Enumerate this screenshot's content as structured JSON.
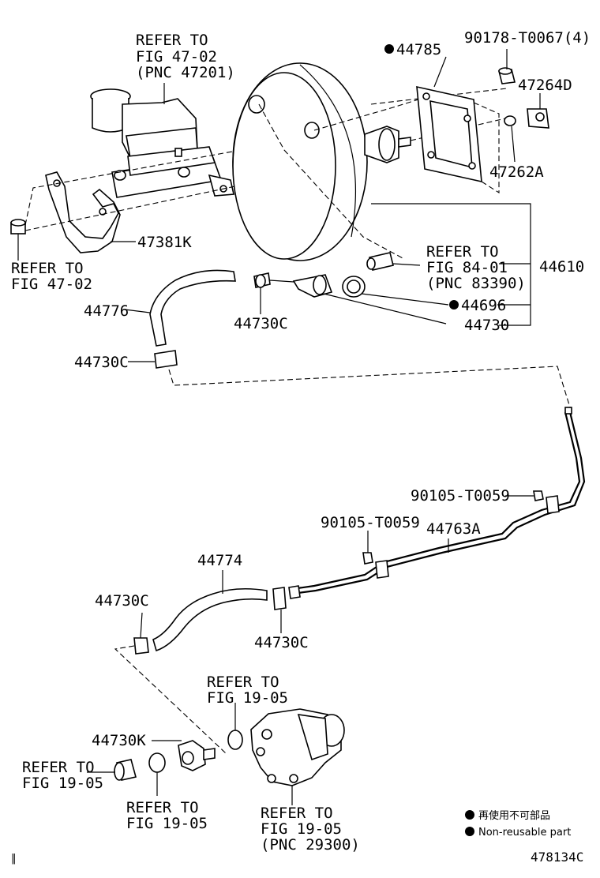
{
  "labels": {
    "refer_47_02_top": [
      "REFER TO",
      "FIG 47-02",
      "(PNC 47201)"
    ],
    "p44785": "44785",
    "p90178": "90178-T0067(4)",
    "p47264D": "47264D",
    "p47262A": "47262A",
    "p47381K": "47381K",
    "refer_47_02_left": [
      "REFER TO",
      "FIG 47-02"
    ],
    "refer_84_01": [
      "REFER TO",
      "FIG 84-01",
      "(PNC 83390)"
    ],
    "p44610": "44610",
    "p44776": "44776",
    "p44730C_a": "44730C",
    "p44696": "44696",
    "p44730": "44730",
    "p44730C_b": "44730C",
    "p90105_a": "90105-T0059",
    "p90105_b": "90105-T0059",
    "p44763A": "44763A",
    "p44774": "44774",
    "p44730C_c": "44730C",
    "p44730C_d": "44730C",
    "refer_19_05_a": [
      "REFER TO",
      "FIG 19-05"
    ],
    "p44730K": "44730K",
    "refer_19_05_b": [
      "REFER TO",
      "FIG 19-05"
    ],
    "refer_19_05_c": [
      "REFER TO",
      "FIG 19-05"
    ],
    "refer_19_05_d": [
      "REFER TO",
      "FIG 19-05",
      "(PNC 29300)"
    ]
  },
  "legend": {
    "jp": "再使用不可部品",
    "en": "Non-reusable part"
  },
  "footer": {
    "left_mark": "‖",
    "fig_code": "478134C"
  }
}
